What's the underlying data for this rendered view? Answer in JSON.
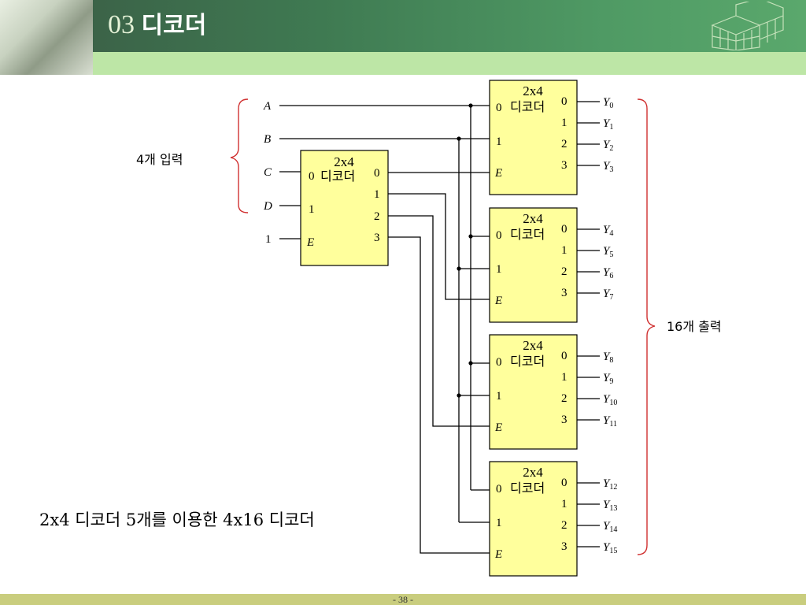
{
  "header": {
    "title_number": "03",
    "title_text": "디코더"
  },
  "diagram": {
    "block_title": "2x4",
    "block_subtitle": "디코더",
    "pin_labels": {
      "in0": "0",
      "in1": "1",
      "enable": "E",
      "out": [
        "0",
        "1",
        "2",
        "3"
      ]
    },
    "inputs": [
      "A",
      "B",
      "C",
      "D"
    ],
    "enable_input": "1",
    "outputs": [
      "Y0",
      "Y1",
      "Y2",
      "Y3",
      "Y4",
      "Y5",
      "Y6",
      "Y7",
      "Y8",
      "Y9",
      "Y10",
      "Y11",
      "Y12",
      "Y13",
      "Y14",
      "Y15"
    ],
    "input_group_label": "4개 입력",
    "output_group_label": "16개 출력",
    "caption": "2x4 디코더 5개를 이용한 4x16 디코더",
    "caption_color": "#9b30d0"
  },
  "footer": {
    "page": "- 38 -"
  }
}
